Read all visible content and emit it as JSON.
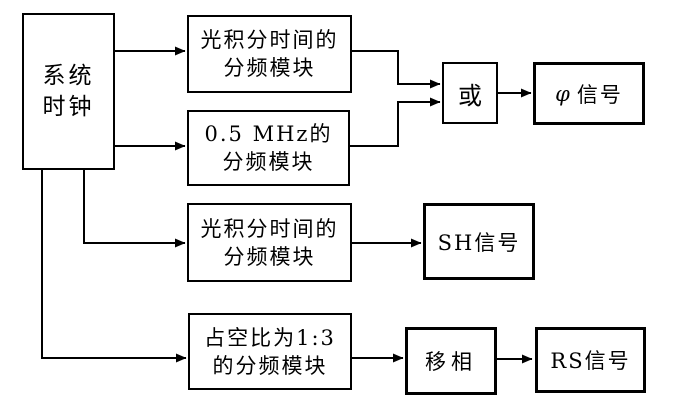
{
  "diagram": {
    "nodes": {
      "system_clock": {
        "lines": [
          "系统",
          "时钟"
        ]
      },
      "divider_integration_top": {
        "lines": [
          "光积分时间的",
          "分频模块"
        ]
      },
      "divider_05mhz": {
        "lines": [
          "0.5 MHz的",
          "分频模块"
        ]
      },
      "or_gate": {
        "label": "或"
      },
      "phi_signal": {
        "phi": "φ",
        "text": "信号"
      },
      "divider_integration_mid": {
        "lines": [
          "光积分时间的",
          "分频模块"
        ]
      },
      "sh_signal": {
        "label": "SH信号"
      },
      "divider_duty_ratio": {
        "lines": [
          "占空比为1:3",
          "的分频模块"
        ]
      },
      "phase_shift": {
        "label": "移相"
      },
      "rs_signal": {
        "label": "RS信号"
      }
    },
    "colors": {
      "line": "#000000",
      "box_border": "#000000",
      "box_fill": "#ffffff",
      "background": "#ffffff",
      "text": "#000000"
    }
  }
}
